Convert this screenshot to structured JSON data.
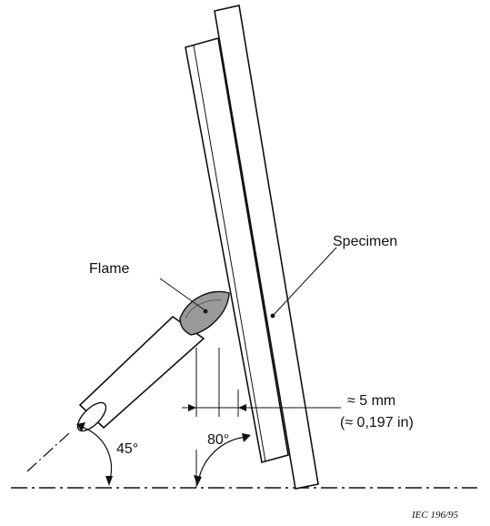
{
  "labels": {
    "specimen": "Specimen",
    "flame": "Flame",
    "gap_mm": "≈ 5 mm",
    "gap_in": "(≈ 0,197 in)",
    "burner_angle": "45°",
    "specimen_angle": "80°",
    "figure_ref": "IEC  196/95"
  },
  "colors": {
    "ink": "#111111",
    "background": "#ffffff",
    "flame_fill": "#9a9a9a"
  }
}
